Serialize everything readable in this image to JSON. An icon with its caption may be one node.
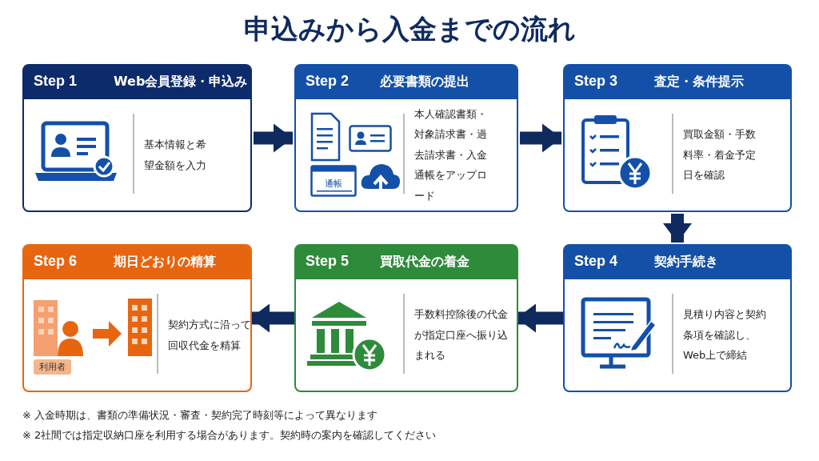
{
  "diagram": {
    "title": "申込みから入金までの流れ",
    "nodes": [
      {
        "text": [
          "Step 1",
          "Web会員登録・申込み",
          "基本情報と希望金額を入力"
        ]
      },
      {
        "text": [
          "Step 2",
          "必要書類の提出",
          "本人確認書類・対象請求書・過去請求書・入金通帳をアップロード"
        ]
      },
      {
        "text": [
          "Step 3",
          "査定・条件提示",
          "買取金額・手数料率・着金予定日を確認"
        ]
      },
      {
        "text": [
          "Step 4",
          "契約手続き",
          "見積り内容と契約条項を確認し、Web上で締結"
        ]
      },
      {
        "text": [
          "Step 5",
          "買取代金の着金",
          "手数料控除後の代金が指定口座へ振り込まれる"
        ]
      },
      {
        "text": [
          "Step 6",
          "期日どおりの精算",
          "契約方式に沿って回収代金を精算"
        ]
      }
    ],
    "edges": [
      {
        "from": 0,
        "to": 1,
        "arrow": "to"
      },
      {
        "from": 1,
        "to": 2,
        "arrow": "to"
      },
      {
        "from": 2,
        "to": 3,
        "arrow": "to"
      },
      {
        "from": 3,
        "to": 4,
        "arrow": "to"
      },
      {
        "from": 4,
        "to": 5,
        "arrow": "to"
      }
    ],
    "labels": [
      "通帳",
      "利用者",
      "※ 入金時期は、書類の準備状況・審査・契約完了時刻等によって異なります",
      "※ 2社間では指定収納口座を利用する場合があります。契約時の案内を確認してください"
    ]
  }
}
